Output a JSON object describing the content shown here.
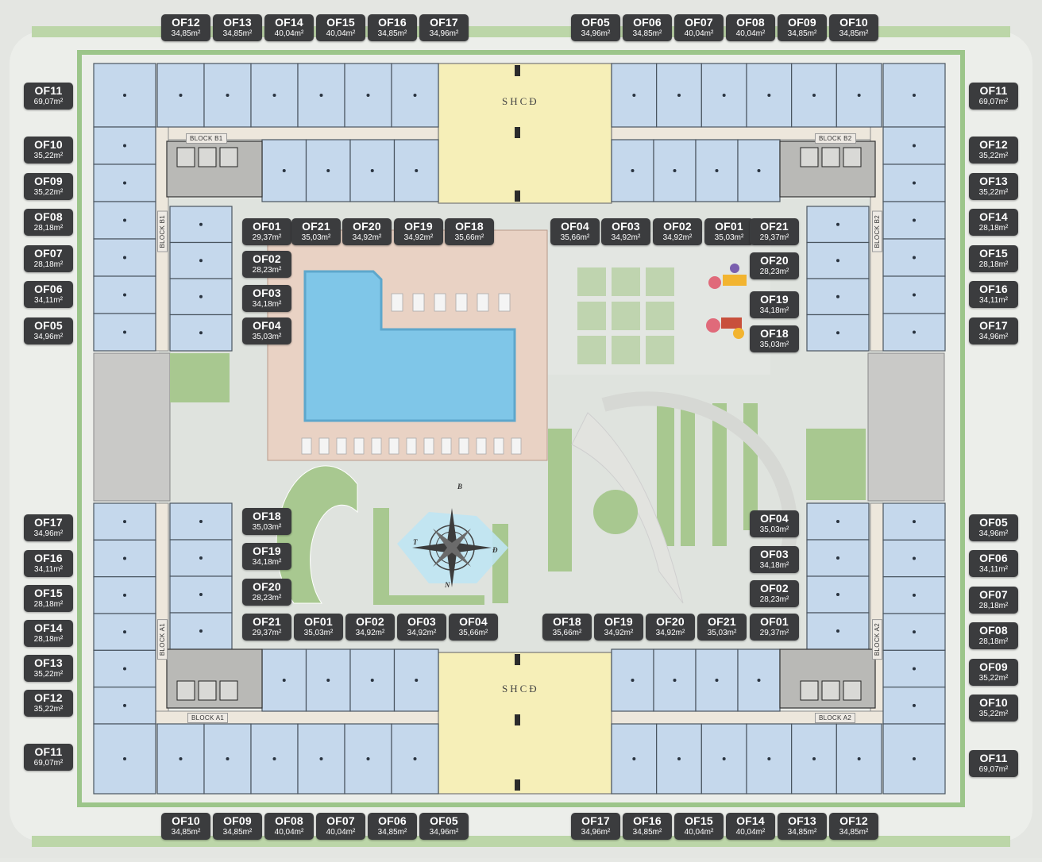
{
  "block_labels": {
    "b1": "BLOCK B1",
    "b2": "BLOCK B2",
    "a1": "BLOCK A1",
    "a2": "BLOCK A2"
  },
  "amenity_labels": {
    "shcd_top": "SHCĐ",
    "shcd_bottom": "SHCĐ"
  },
  "compass": {
    "north": "B",
    "south": "N",
    "east": "Đ",
    "west": "T"
  },
  "colors": {
    "unit": "#c5d8ec",
    "unit_stroke": "#4a5560",
    "corridor": "#ede7dc",
    "shcd": "#f6efb8",
    "green": "#a8c890",
    "pool": "#7fc6e8",
    "deck": "#e9d2c4",
    "label_bg": "#3b3c3e"
  },
  "units": {
    "top_left": [
      {
        "code": "OF12",
        "area": "34,85m²"
      },
      {
        "code": "OF13",
        "area": "34,85m²"
      },
      {
        "code": "OF14",
        "area": "40,04m²"
      },
      {
        "code": "OF15",
        "area": "40,04m²"
      },
      {
        "code": "OF16",
        "area": "34,85m²"
      },
      {
        "code": "OF17",
        "area": "34,96m²"
      }
    ],
    "top_right": [
      {
        "code": "OF05",
        "area": "34,96m²"
      },
      {
        "code": "OF06",
        "area": "34,85m²"
      },
      {
        "code": "OF07",
        "area": "40,04m²"
      },
      {
        "code": "OF08",
        "area": "40,04m²"
      },
      {
        "code": "OF09",
        "area": "34,85m²"
      },
      {
        "code": "OF10",
        "area": "34,85m²"
      }
    ],
    "left_upper": [
      {
        "code": "OF11",
        "area": "69,07m²"
      },
      {
        "code": "OF10",
        "area": "35,22m²"
      },
      {
        "code": "OF09",
        "area": "35,22m²"
      },
      {
        "code": "OF08",
        "area": "28,18m²"
      },
      {
        "code": "OF07",
        "area": "28,18m²"
      },
      {
        "code": "OF06",
        "area": "34,11m²"
      },
      {
        "code": "OF05",
        "area": "34,96m²"
      }
    ],
    "right_upper": [
      {
        "code": "OF11",
        "area": "69,07m²"
      },
      {
        "code": "OF12",
        "area": "35,22m²"
      },
      {
        "code": "OF13",
        "area": "35,22m²"
      },
      {
        "code": "OF14",
        "area": "28,18m²"
      },
      {
        "code": "OF15",
        "area": "28,18m²"
      },
      {
        "code": "OF16",
        "area": "34,11m²"
      },
      {
        "code": "OF17",
        "area": "34,96m²"
      }
    ],
    "inner_b1_col": [
      {
        "code": "OF01",
        "area": "29,37m²"
      },
      {
        "code": "OF02",
        "area": "28,23m²"
      },
      {
        "code": "OF03",
        "area": "34,18m²"
      },
      {
        "code": "OF04",
        "area": "35,03m²"
      }
    ],
    "inner_b1_row": [
      {
        "code": "OF21",
        "area": "35,03m²"
      },
      {
        "code": "OF20",
        "area": "34,92m²"
      },
      {
        "code": "OF19",
        "area": "34,92m²"
      },
      {
        "code": "OF18",
        "area": "35,66m²"
      }
    ],
    "inner_b2_row": [
      {
        "code": "OF04",
        "area": "35,66m²"
      },
      {
        "code": "OF03",
        "area": "34,92m²"
      },
      {
        "code": "OF02",
        "area": "34,92m²"
      },
      {
        "code": "OF01",
        "area": "35,03m²"
      }
    ],
    "inner_b2_col": [
      {
        "code": "OF21",
        "area": "29,37m²"
      },
      {
        "code": "OF20",
        "area": "28,23m²"
      },
      {
        "code": "OF19",
        "area": "34,18m²"
      },
      {
        "code": "OF18",
        "area": "35,03m²"
      }
    ],
    "left_lower": [
      {
        "code": "OF17",
        "area": "34,96m²"
      },
      {
        "code": "OF16",
        "area": "34,11m²"
      },
      {
        "code": "OF15",
        "area": "28,18m²"
      },
      {
        "code": "OF14",
        "area": "28,18m²"
      },
      {
        "code": "OF13",
        "area": "35,22m²"
      },
      {
        "code": "OF12",
        "area": "35,22m²"
      },
      {
        "code": "OF11",
        "area": "69,07m²"
      }
    ],
    "right_lower": [
      {
        "code": "OF05",
        "area": "34,96m²"
      },
      {
        "code": "OF06",
        "area": "34,11m²"
      },
      {
        "code": "OF07",
        "area": "28,18m²"
      },
      {
        "code": "OF08",
        "area": "28,18m²"
      },
      {
        "code": "OF09",
        "area": "35,22m²"
      },
      {
        "code": "OF10",
        "area": "35,22m²"
      },
      {
        "code": "OF11",
        "area": "69,07m²"
      }
    ],
    "inner_a1_col": [
      {
        "code": "OF18",
        "area": "35,03m²"
      },
      {
        "code": "OF19",
        "area": "34,18m²"
      },
      {
        "code": "OF20",
        "area": "28,23m²"
      },
      {
        "code": "OF21",
        "area": "29,37m²"
      }
    ],
    "inner_a1_row": [
      {
        "code": "OF01",
        "area": "35,03m²"
      },
      {
        "code": "OF02",
        "area": "34,92m²"
      },
      {
        "code": "OF03",
        "area": "34,92m²"
      },
      {
        "code": "OF04",
        "area": "35,66m²"
      }
    ],
    "inner_a2_row": [
      {
        "code": "OF18",
        "area": "35,66m²"
      },
      {
        "code": "OF19",
        "area": "34,92m²"
      },
      {
        "code": "OF20",
        "area": "34,92m²"
      },
      {
        "code": "OF21",
        "area": "35,03m²"
      }
    ],
    "inner_a2_col": [
      {
        "code": "OF04",
        "area": "35,03m²"
      },
      {
        "code": "OF03",
        "area": "34,18m²"
      },
      {
        "code": "OF02",
        "area": "28,23m²"
      },
      {
        "code": "OF01",
        "area": "29,37m²"
      }
    ],
    "bottom_left": [
      {
        "code": "OF10",
        "area": "34,85m²"
      },
      {
        "code": "OF09",
        "area": "34,85m²"
      },
      {
        "code": "OF08",
        "area": "40,04m²"
      },
      {
        "code": "OF07",
        "area": "40,04m²"
      },
      {
        "code": "OF06",
        "area": "34,85m²"
      },
      {
        "code": "OF05",
        "area": "34,96m²"
      }
    ],
    "bottom_right": [
      {
        "code": "OF17",
        "area": "34,96m²"
      },
      {
        "code": "OF16",
        "area": "34,85m²"
      },
      {
        "code": "OF15",
        "area": "40,04m²"
      },
      {
        "code": "OF14",
        "area": "40,04m²"
      },
      {
        "code": "OF13",
        "area": "34,85m²"
      },
      {
        "code": "OF12",
        "area": "34,85m²"
      }
    ]
  }
}
